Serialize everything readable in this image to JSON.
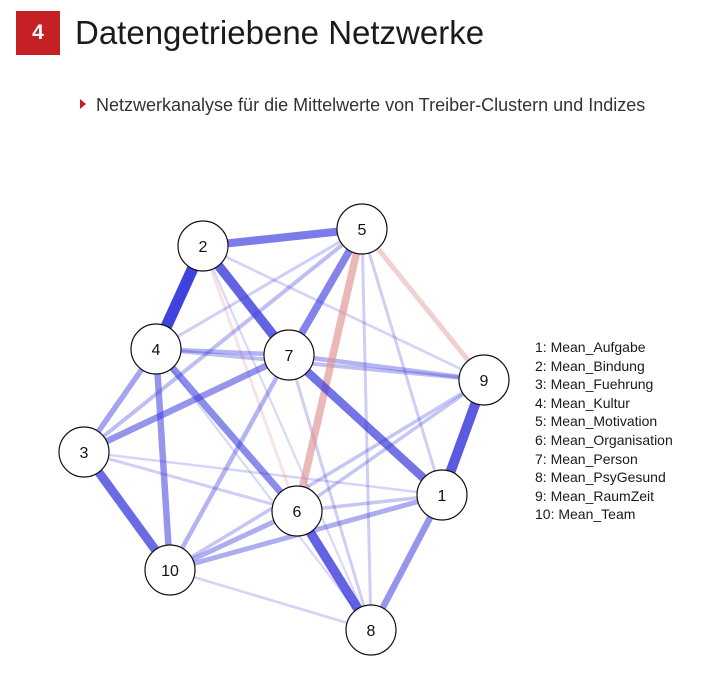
{
  "header": {
    "badge_number": "4",
    "title": "Datengetriebene Netzwerke",
    "accent_color": "#c42026"
  },
  "subtitle": {
    "bullet_icon": "triangle-right-icon",
    "text": "Netzwerkanalyse für die Mittelwerte von Treiber-Clustern und Indizes"
  },
  "network": {
    "nodes": [
      "1",
      "2",
      "3",
      "4",
      "5",
      "6",
      "7",
      "8",
      "9",
      "10"
    ],
    "positive_edge_color": "#3b3bdc",
    "negative_edge_color": "#e08f8f",
    "edges": [
      {
        "from": "2",
        "to": "4",
        "sign": "positive",
        "strength": 1.0
      },
      {
        "from": "2",
        "to": "5",
        "sign": "positive",
        "strength": 0.65
      },
      {
        "from": "2",
        "to": "7",
        "sign": "positive",
        "strength": 0.8
      },
      {
        "from": "1",
        "to": "9",
        "sign": "positive",
        "strength": 0.85
      },
      {
        "from": "3",
        "to": "10",
        "sign": "positive",
        "strength": 0.75
      },
      {
        "from": "6",
        "to": "8",
        "sign": "positive",
        "strength": 0.8
      },
      {
        "from": "1",
        "to": "7",
        "sign": "positive",
        "strength": 0.7
      },
      {
        "from": "5",
        "to": "7",
        "sign": "positive",
        "strength": 0.6
      },
      {
        "from": "4",
        "to": "6",
        "sign": "positive",
        "strength": 0.55
      },
      {
        "from": "5",
        "to": "6",
        "sign": "negative",
        "strength": 0.6
      },
      {
        "from": "3",
        "to": "7",
        "sign": "positive",
        "strength": 0.5
      },
      {
        "from": "4",
        "to": "10",
        "sign": "positive",
        "strength": 0.5
      },
      {
        "from": "1",
        "to": "8",
        "sign": "positive",
        "strength": 0.5
      },
      {
        "from": "3",
        "to": "4",
        "sign": "positive",
        "strength": 0.4
      },
      {
        "from": "4",
        "to": "7",
        "sign": "positive",
        "strength": 0.3
      },
      {
        "from": "1",
        "to": "10",
        "sign": "positive",
        "strength": 0.35
      },
      {
        "from": "7",
        "to": "9",
        "sign": "positive",
        "strength": 0.3
      },
      {
        "from": "6",
        "to": "10",
        "sign": "positive",
        "strength": 0.35
      },
      {
        "from": "7",
        "to": "10",
        "sign": "positive",
        "strength": 0.3
      },
      {
        "from": "3",
        "to": "5",
        "sign": "positive",
        "strength": 0.25
      },
      {
        "from": "4",
        "to": "9",
        "sign": "positive",
        "strength": 0.25
      },
      {
        "from": "5",
        "to": "9",
        "sign": "negative",
        "strength": 0.35
      },
      {
        "from": "6",
        "to": "9",
        "sign": "positive",
        "strength": 0.2
      },
      {
        "from": "10",
        "to": "9",
        "sign": "positive",
        "strength": 0.2
      },
      {
        "from": "5",
        "to": "8",
        "sign": "positive",
        "strength": 0.15
      },
      {
        "from": "7",
        "to": "8",
        "sign": "positive",
        "strength": 0.15
      },
      {
        "from": "3",
        "to": "6",
        "sign": "positive",
        "strength": 0.15
      },
      {
        "from": "3",
        "to": "1",
        "sign": "positive",
        "strength": 0.1
      },
      {
        "from": "2",
        "to": "6",
        "sign": "negative",
        "strength": 0.15
      },
      {
        "from": "4",
        "to": "5",
        "sign": "positive",
        "strength": 0.15
      },
      {
        "from": "2",
        "to": "9",
        "sign": "positive",
        "strength": 0.12
      },
      {
        "from": "10",
        "to": "8",
        "sign": "positive",
        "strength": 0.12
      },
      {
        "from": "5",
        "to": "1",
        "sign": "positive",
        "strength": 0.15
      },
      {
        "from": "6",
        "to": "1",
        "sign": "positive",
        "strength": 0.2
      },
      {
        "from": "2",
        "to": "8",
        "sign": "positive",
        "strength": 0.08
      },
      {
        "from": "4",
        "to": "8",
        "sign": "positive",
        "strength": 0.08
      }
    ]
  },
  "legend": [
    "1: Mean_Aufgabe",
    "2: Mean_Bindung",
    "3: Mean_Fuehrung",
    "4: Mean_Kultur",
    "5: Mean_Motivation",
    "6: Mean_Organisation",
    "7: Mean_Person",
    "8: Mean_PsyGesund",
    "9: Mean_RaumZeit",
    "10: Mean_Team"
  ]
}
